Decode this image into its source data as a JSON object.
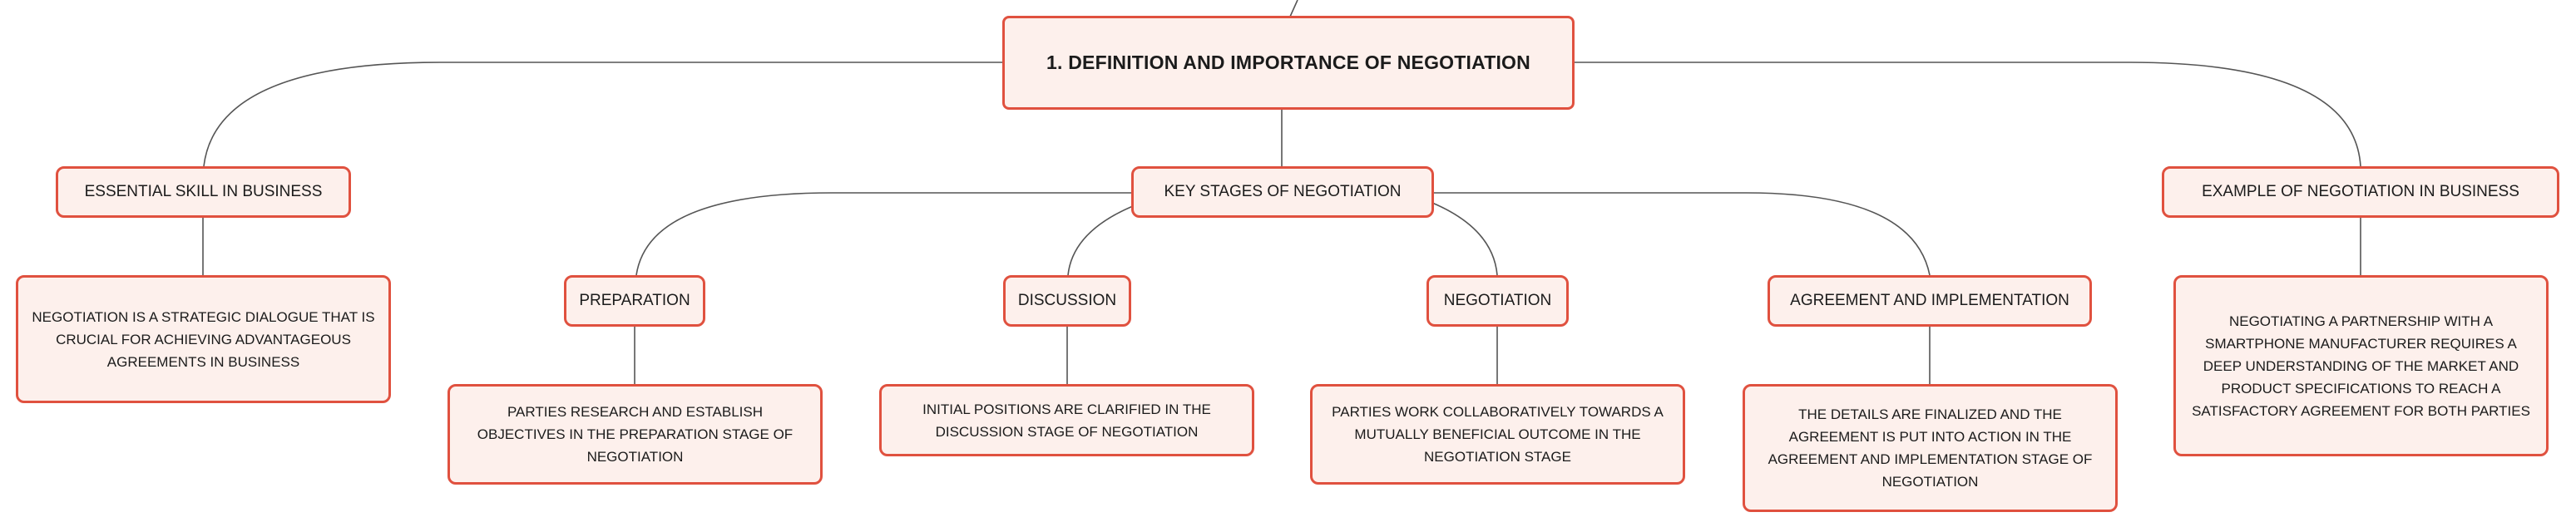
{
  "root": {
    "label": "1. DEFINITION AND IMPORTANCE OF NEGOTIATION"
  },
  "branches": {
    "essential": {
      "label": "ESSENTIAL SKILL IN BUSINESS",
      "detail": "NEGOTIATION IS A STRATEGIC DIALOGUE THAT IS CRUCIAL FOR ACHIEVING ADVANTAGEOUS AGREEMENTS IN BUSINESS"
    },
    "stages": {
      "label": "KEY STAGES OF NEGOTIATION",
      "children": [
        {
          "label": "PREPARATION",
          "detail": "PARTIES RESEARCH AND ESTABLISH OBJECTIVES IN THE PREPARATION STAGE OF NEGOTIATION"
        },
        {
          "label": "DISCUSSION",
          "detail": "INITIAL POSITIONS ARE CLARIFIED IN THE DISCUSSION STAGE OF NEGOTIATION"
        },
        {
          "label": "NEGOTIATION",
          "detail": "PARTIES WORK COLLABORATIVELY TOWARDS A MUTUALLY BENEFICIAL OUTCOME IN THE NEGOTIATION STAGE"
        },
        {
          "label": "AGREEMENT AND IMPLEMENTATION",
          "detail": "THE DETAILS ARE FINALIZED AND THE AGREEMENT IS PUT INTO ACTION IN THE AGREEMENT AND IMPLEMENTATION STAGE OF NEGOTIATION"
        }
      ]
    },
    "example": {
      "label": "EXAMPLE OF NEGOTIATION IN BUSINESS",
      "detail": "NEGOTIATING A PARTNERSHIP WITH A SMARTPHONE MANUFACTURER REQUIRES A DEEP UNDERSTANDING OF THE MARKET AND PRODUCT SPECIFICATIONS TO REACH A SATISFACTORY AGREEMENT FOR BOTH PARTIES"
    }
  },
  "colors": {
    "border": "#e0513f",
    "fill": "#fdf0ec",
    "line": "#555555",
    "text": "#1b1b1b"
  }
}
